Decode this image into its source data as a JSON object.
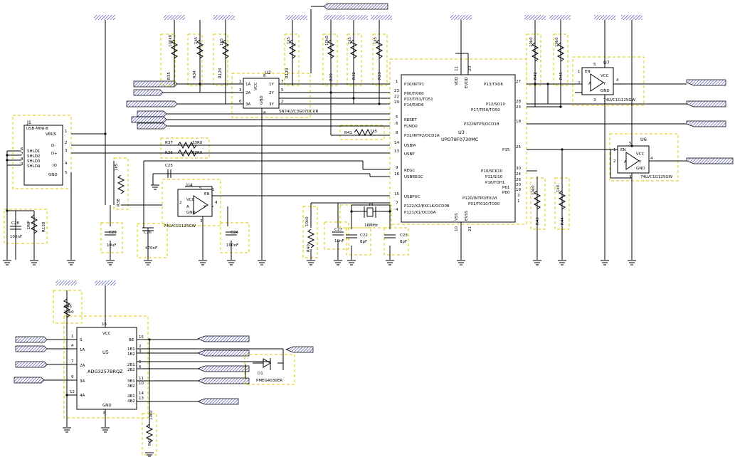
{
  "connectors": {
    "j1": {
      "ref": "J1",
      "value": "USB-MINI-B",
      "pins": [
        "VBUS",
        "D-",
        "D+",
        "IO",
        "GND",
        "SHLD1",
        "SHLD2",
        "SHLD3",
        "SHLD4"
      ],
      "nums": [
        "1",
        "2",
        "3",
        "4",
        "5",
        "6",
        "7",
        "8",
        "9"
      ]
    }
  },
  "ics": {
    "u2": {
      "ref": "U2",
      "value": "SN74LVC3G07DCUR",
      "pins": [
        "1A",
        "2A",
        "3A",
        "VCC",
        "GND",
        "1Y",
        "2Y",
        "3Y"
      ],
      "nums": [
        "1",
        "3",
        "6",
        "8",
        "4",
        "7",
        "5",
        "2"
      ]
    },
    "u3": {
      "ref": "U3",
      "value": "UPD78F0730MC",
      "left_pins": [
        "P30/INTP1",
        "P00/TI000",
        "P33/TI51/TO51",
        "P14/RXD6",
        "RESET",
        "FLMD0",
        "P31/INTP2/OCD1A",
        "USBM",
        "USBP",
        "REGC",
        "USBREGC",
        "USBPUC",
        "P122/X2/EXCLK/OCD0B",
        "P121/X1/OCD0A"
      ],
      "left_nums": [
        "1",
        "23",
        "22",
        "29",
        "5",
        "6",
        "8",
        "14",
        "13",
        "9",
        "16",
        "15",
        "7",
        "4"
      ],
      "right_pins": [
        "P13/TXD6",
        "P12/SO10",
        "P17/TI50/TO50",
        "P32/INTP3/OCD1B",
        "P15",
        "P10/SCK10",
        "P11/SI10",
        "P16/TOH1",
        "P61",
        "P60",
        "P120/INTP0/EXLVI",
        "P01/TI010/TO00"
      ],
      "right_nums": [
        "27",
        "28",
        "23",
        "18",
        "25",
        "30",
        "24",
        "26",
        "20",
        "19",
        "3",
        "1"
      ],
      "top_pins": [
        "VDD",
        "EVDD"
      ],
      "top_nums": [
        "11",
        "20"
      ],
      "bottom_pins": [
        "VSS",
        "EVSS"
      ],
      "bottom_nums": [
        "10",
        "21"
      ]
    },
    "u4": {
      "ref": "U4",
      "value": "74LVC1G125GW",
      "pins": [
        "VCC",
        "EN",
        "A",
        "Y",
        "GND"
      ],
      "nums": [
        "5",
        "1",
        "2",
        "4",
        "3"
      ]
    },
    "u5": {
      "ref": "U5",
      "value": "ADG3257BRQZ",
      "left_pins": [
        "S",
        "1A",
        "2A",
        "3A",
        "4A"
      ],
      "left_nums": [
        "1",
        "4",
        "7",
        "9",
        "12"
      ],
      "right_pins": [
        "BE",
        "1B1",
        "1B2",
        "2B1",
        "2B2",
        "3B1",
        "3B2",
        "4B1",
        "4B2"
      ],
      "right_nums": [
        "15",
        "2",
        "3",
        "5",
        "6",
        "11",
        "10",
        "14",
        "13"
      ],
      "top_pins": [
        "VCC"
      ],
      "top_nums": [
        "16"
      ],
      "bottom_pins": [
        "GND"
      ],
      "bottom_nums": [
        "8"
      ]
    },
    "u6": {
      "ref": "U6",
      "value": "74LVC1G125GW",
      "pins": [
        "EN",
        "VCC",
        "A",
        "Y",
        "GND"
      ],
      "nums": [
        "1",
        "5",
        "2",
        "4",
        "3"
      ]
    },
    "u7": {
      "ref": "U7",
      "value": "74LVC1G125GW",
      "pins": [
        "EN",
        "VCC",
        "A",
        "Y",
        "GND"
      ],
      "nums": [
        "1",
        "5",
        "2",
        "4",
        "3"
      ]
    }
  },
  "resistors": {
    "r35": {
      "ref": "R35",
      "value": "100k0"
    },
    "r34": {
      "ref": "R34",
      "value": "1k5"
    },
    "r128": {
      "ref": "R128",
      "value": "1k5"
    },
    "r129": {
      "ref": "R129",
      "value": "1k5"
    },
    "r39": {
      "ref": "R39",
      "value": "10k0"
    },
    "r32": {
      "ref": "R32",
      "value": "1k5"
    },
    "r33": {
      "ref": "R33",
      "value": "1k5"
    },
    "r42": {
      "ref": "R42",
      "value": "10k0"
    },
    "r45": {
      "ref": "R45",
      "value": "10k0"
    },
    "r41": {
      "ref": "R41",
      "value": "1k5"
    },
    "r37": {
      "ref": "R37",
      "value": "33R0"
    },
    "r36": {
      "ref": "R36",
      "value": "33R0"
    },
    "r38": {
      "ref": "R38",
      "value": "1k5"
    },
    "r40": {
      "ref": "R40",
      "value": "10k0"
    },
    "r43": {
      "ref": "R43",
      "value": "10k0"
    },
    "r44": {
      "ref": "R44",
      "value": "1k0"
    },
    "r138": {
      "ref": "R138",
      "value": "DNP"
    },
    "r46": {
      "ref": "R46",
      "value": "10k0"
    },
    "r47": {
      "ref": "R47",
      "value": "10k0"
    }
  },
  "capacitors": {
    "c28": {
      "ref": "C28",
      "value": "100nF"
    },
    "c29": {
      "ref": "C29",
      "value": "10uF"
    },
    "c26": {
      "ref": "C26",
      "value": "470nF"
    },
    "c25": {
      "ref": "C25",
      "value": ""
    },
    "c24": {
      "ref": "C24",
      "value": "100nF"
    },
    "c27": {
      "ref": "C27",
      "value": "10nF"
    },
    "c22": {
      "ref": "C22",
      "value": "8pF"
    },
    "c23": {
      "ref": "C23",
      "value": "8pF"
    }
  },
  "others": {
    "y4": {
      "ref": "Y4",
      "value": "16MHz"
    },
    "d1": {
      "ref": "D1",
      "value": "PMEG4030ER"
    }
  },
  "colors": {
    "wire": "#000000",
    "outline": "#dccb00",
    "net_text": "#000080"
  }
}
